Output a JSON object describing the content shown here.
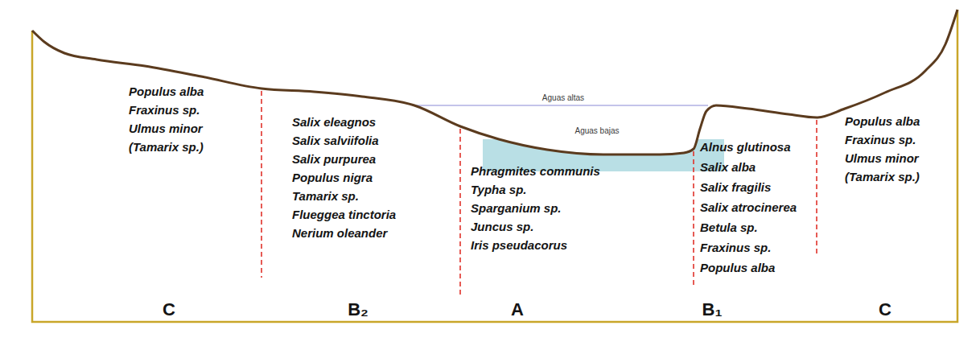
{
  "diagram": {
    "labels": [
      "Populus alba",
      "Fraxinus sp.",
      "Ulmus minor",
      "(Tamarix sp.)",
      "Salix eleagnos",
      "Salix salviifolia",
      "Salix purpurea",
      "Populus nigra",
      "Tamarix sp.",
      "Flueggea tinctoria",
      "Nerium oleander",
      "Aguas altas",
      "Aguas bajas",
      "Phragmites communis",
      "Typha sp.",
      "Sparganium sp.",
      "Juncus sp.",
      "Iris pseudacorus",
      "Alnus glutinosa",
      "Salix alba",
      "Salix fragilis",
      "Salix atrocinerea",
      "Betula sp.",
      "Fraxinus sp.",
      "Populus alba",
      "Populus alba",
      "Fraxinus sp.",
      "Ulmus minor",
      "(Tamarix sp.)",
      "C",
      "B₂",
      "A",
      "B₁",
      "C"
    ]
  }
}
